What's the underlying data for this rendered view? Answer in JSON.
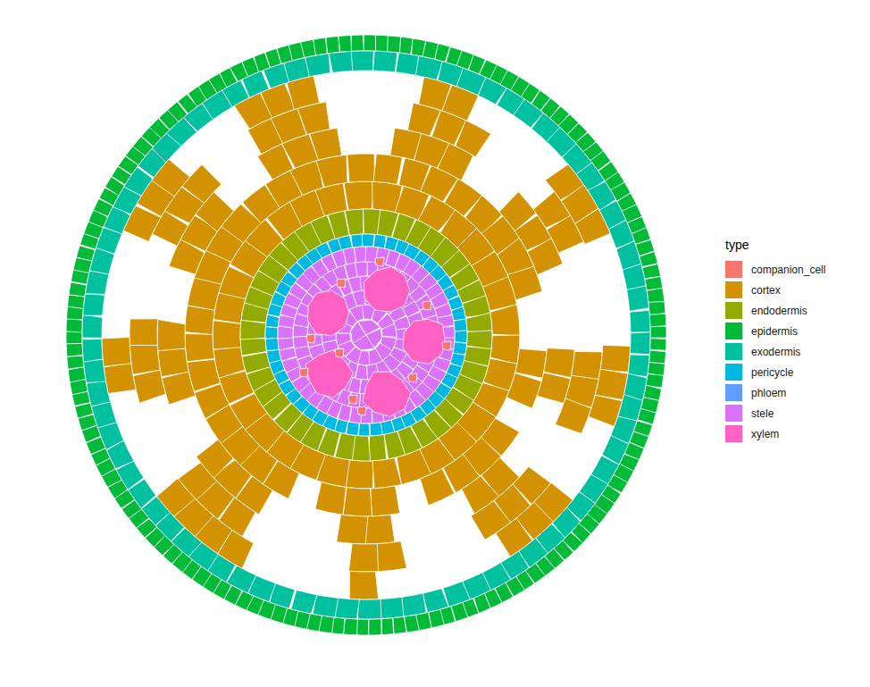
{
  "diagram": {
    "labels": [
      "type"
    ],
    "legend": [
      {
        "text": "companion_cell",
        "color": "#F8766D"
      },
      {
        "text": "cortex",
        "color": "#D39200"
      },
      {
        "text": "endodermis",
        "color": "#93AA00"
      },
      {
        "text": "epidermis",
        "color": "#00BA38"
      },
      {
        "text": "exodermis",
        "color": "#00C19F"
      },
      {
        "text": "pericycle",
        "color": "#00B9E3"
      },
      {
        "text": "phloem",
        "color": "#619CFF"
      },
      {
        "text": "stele",
        "color": "#DB72FB"
      },
      {
        "text": "xylem",
        "color": "#FF61C3"
      }
    ]
  }
}
